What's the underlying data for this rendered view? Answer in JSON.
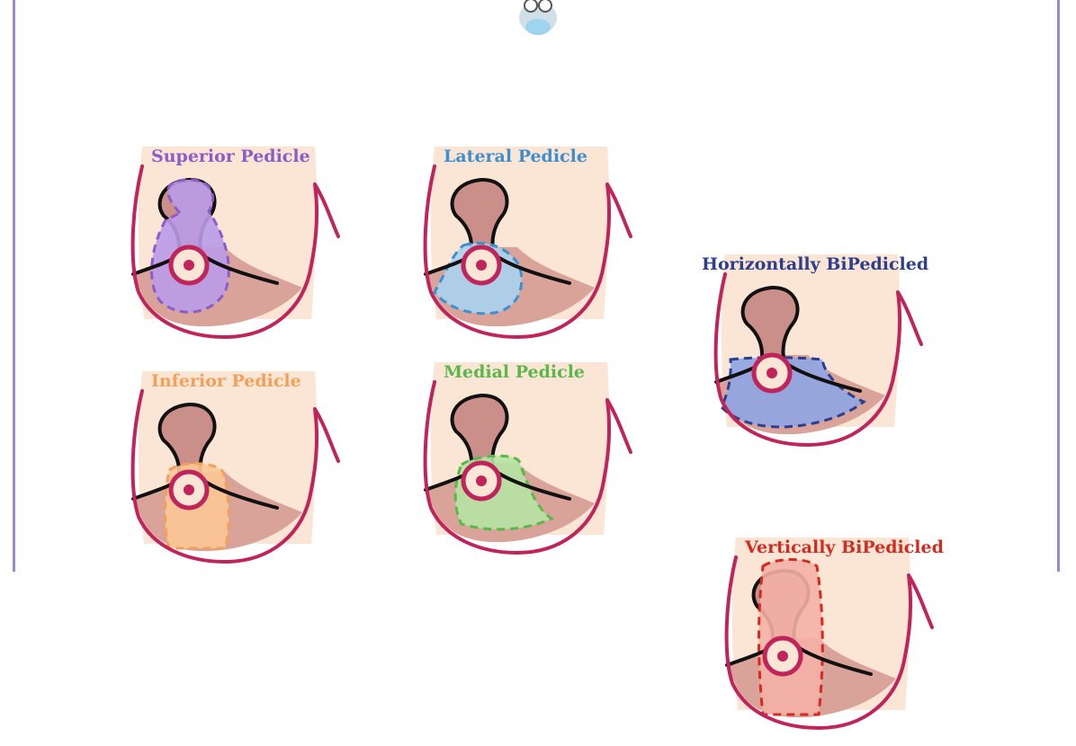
{
  "colors": {
    "outline": "#c0245a",
    "skin": "#fbe6d6",
    "areola": "#c98f88",
    "fold": "#d9a39a",
    "frame": "#9a86d6"
  },
  "avatar": {
    "icon": "doctor-avatar-icon"
  },
  "panels": [
    {
      "label": "Superior Pedicle",
      "color": "#8e5cc6",
      "fill": "#b99be8",
      "type": "superior"
    },
    {
      "label": "Lateral Pedicle",
      "color": "#3f8fcf",
      "fill": "#a9d3f0",
      "type": "lateral"
    },
    {
      "label": "Inferior Pedicle",
      "color": "#f2a05a",
      "fill": "#fbc896",
      "type": "inferior"
    },
    {
      "label": "Medial Pedicle",
      "color": "#5ab84a",
      "fill": "#b6e3a5",
      "type": "medial"
    },
    {
      "label": "Horizontally BiPedicled",
      "color": "#2c3e8c",
      "fill": "#8ea5e3",
      "type": "horizontal"
    },
    {
      "label": "Vertically BiPedicled",
      "color": "#d42a1f",
      "fill": "#f4b0a6",
      "type": "vertical"
    }
  ]
}
